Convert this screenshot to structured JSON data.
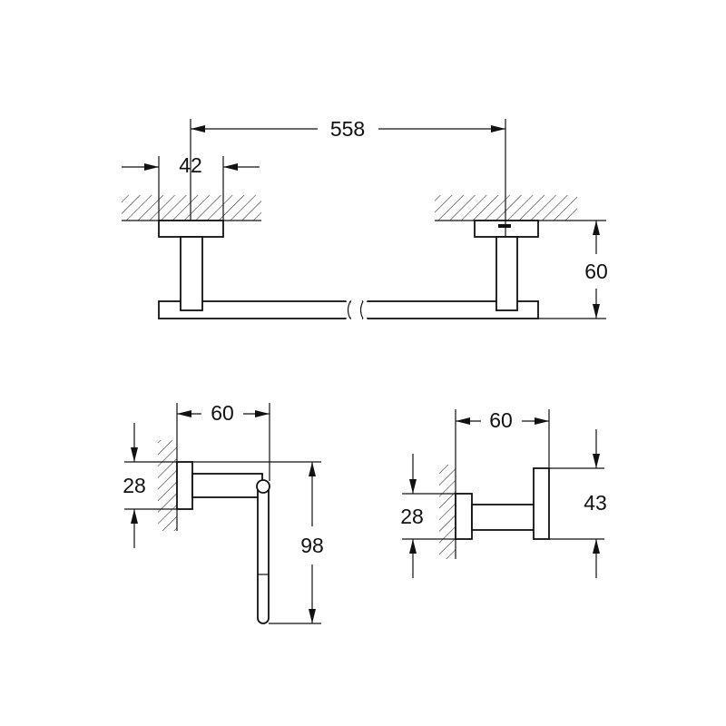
{
  "towel_bar": {
    "dim_length": "558",
    "dim_mount_width": "42",
    "dim_projection": "60"
  },
  "paper_holder": {
    "dim_projection": "60",
    "dim_mount_height": "28",
    "dim_total_height": "98"
  },
  "robe_hook": {
    "dim_projection": "60",
    "dim_mount_height": "28",
    "dim_plate_height": "43"
  },
  "colors": {
    "line": "#111111",
    "background": "#ffffff"
  }
}
